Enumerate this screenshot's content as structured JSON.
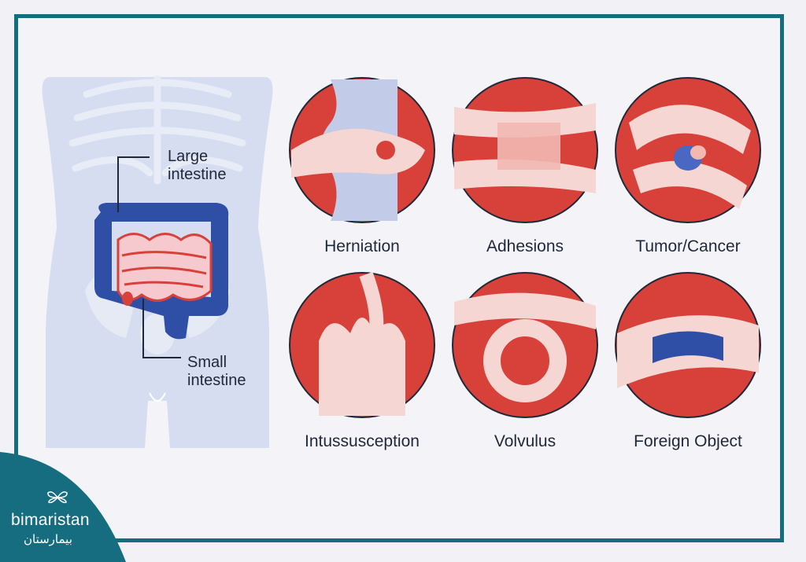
{
  "anatomy": {
    "large_intestine_label": [
      "Large",
      "intestine"
    ],
    "small_intestine_label": [
      "Small",
      "intestine"
    ]
  },
  "panels": [
    {
      "id": "herniation",
      "label": "Herniation"
    },
    {
      "id": "adhesions",
      "label": "Adhesions"
    },
    {
      "id": "tumor",
      "label": "Tumor/Cancer"
    },
    {
      "id": "intussusception",
      "label": "Intussusception"
    },
    {
      "id": "volvulus",
      "label": "Volvulus"
    },
    {
      "id": "foreign",
      "label": "Foreign Object"
    }
  ],
  "brand": {
    "name": "bimaristan",
    "name_ar": "بيمارستان",
    "icon": "butterfly-icon"
  },
  "colors": {
    "frame": "#176d80",
    "intestine_red": "#d8413a",
    "intestine_pink": "#f5cfcc",
    "large_intestine": "#2f4fa6",
    "torso": "#d6ddf0"
  }
}
